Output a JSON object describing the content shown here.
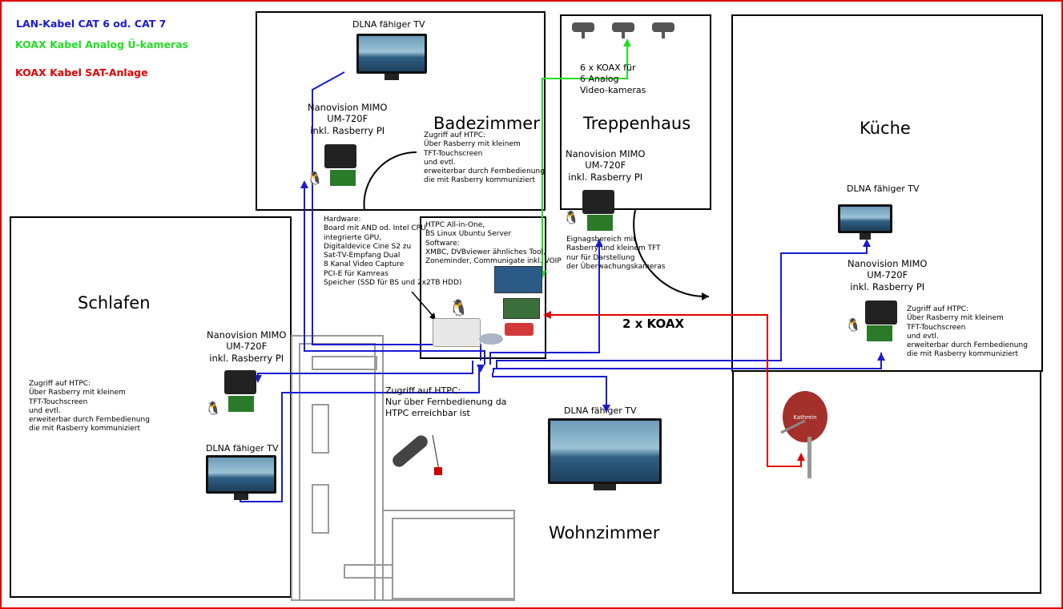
{
  "legend": [
    {
      "label": "LAN-Kabel CAT 6 od. CAT 7",
      "color": "#1a1ad0"
    },
    {
      "label": "KOAX Kabel Analog Ü-kameras",
      "color": "#22dd22"
    },
    {
      "label": "KOAX Kabel SAT-Anlage",
      "color": "#e00000"
    }
  ],
  "colors": {
    "frame": "#e00000",
    "lan": "#1a1ad0",
    "koax_cam": "#22dd22",
    "koax_sat": "#e00000"
  },
  "rooms": {
    "badezimmer": {
      "title": "Badezimmer",
      "tv_label": "DLNA fähiger TV",
      "panel_label": "Nanovision MIMO\nUM-720F\ninkl. Rasberry PI",
      "access_text": "Zugriff auf HTPC:\nÜber Rasberry mit kleinem\nTFT-Touchscreen\nund evtl.\nerweiterbar durch Fernbedienung\ndie mit Rasberry kommuniziert"
    },
    "treppenhaus": {
      "title": "Treppenhaus",
      "cameras_label": "6 x KOAX für\n6 Analog\nVideo-kameras",
      "panel_label": "Nanovision MIMO\nUM-720F\ninkl. Rasberry PI",
      "input_text": "Eignagsbereich mit\nRasberry und kleinem TFT\nnur für Darstellung\nder Überwachungskameras"
    },
    "kueche": {
      "title": "Küche",
      "tv_label": "DLNA fähiger TV",
      "panel_label": "Nanovision MIMO\nUM-720F\ninkl. Rasberry PI",
      "access_text": "Zugriff auf HTPC:\nÜber Rasberry mit kleinem\nTFT-Touchscreen\nund evtl.\nerweiterbar durch Fernbedienung\ndie mit Rasberry kommuniziert"
    },
    "schlafen": {
      "title": "Schlafen",
      "panel_label": "Nanovision MIMO\nUM-720F\ninkl. Rasberry PI",
      "tv_label": "DLNA fähiger TV",
      "access_text": "Zugriff auf HTPC:\nÜber Rasberry mit kleinem\nTFT-Touchscreen\nund evtl.\nerweiterbar durch Fernbedienung\ndie mit Rasberry kommuniziert"
    },
    "wohnzimmer": {
      "title": "Wohnzimmer",
      "tv_label": "DLNA fähiger TV",
      "remote_text": "Zugriff auf HTPC:\nNur über Fernbedienung da\nHTPC erreichbar ist"
    }
  },
  "htpc": {
    "hardware_text": "Hardware:\nBoard mit AND od. Intel CPU,\nintegrierte GPU,\nDigitaldevice Cine S2 zu\nSat-TV-Empfang Dual\n8 Kanal Video Capture\nPCI-E für Kamreas\nSpeicher (SSD für BS und 2x2TB HDD)",
    "software_text": "HTPC All-in-One,\nBS Linux Ubuntu Server\nSoftware:\nXMBC, DVBviewer ähnliches Tool,\nZoneminder, Communigate inkl. VOIP"
  },
  "sat": {
    "label": "2 x KOAX",
    "brand": "Kathrein"
  }
}
